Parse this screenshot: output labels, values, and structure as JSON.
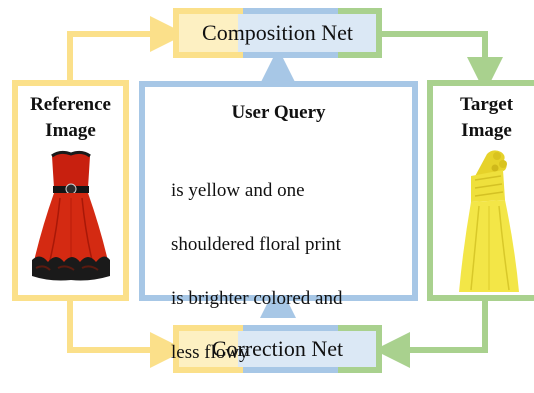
{
  "composition_net": {
    "label": "Composition Net"
  },
  "correction_net": {
    "label": "Correction Net"
  },
  "reference": {
    "title_line1": "Reference",
    "title_line2": "Image",
    "image": "red-strapless-dress"
  },
  "target": {
    "title_line1": "Target",
    "title_line2": "Image",
    "image": "yellow-one-shoulder-dress"
  },
  "query": {
    "title": "User Query",
    "lines": [
      "is yellow and one",
      "shouldered floral print",
      "is brighter colored and",
      "less flowy"
    ]
  },
  "colors": {
    "yellow": "#fbe08a",
    "blue": "#a7c7e6",
    "green": "#a9d18e",
    "fill": "#dbe8f5"
  }
}
